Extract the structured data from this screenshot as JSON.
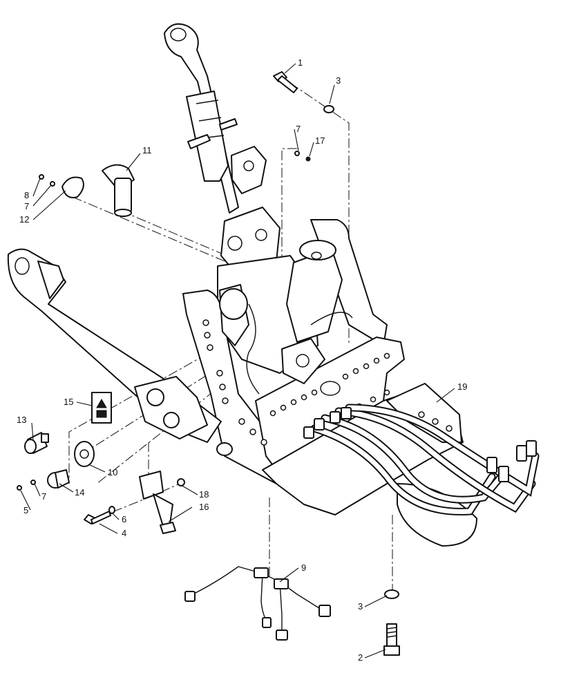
{
  "callouts": [
    {
      "id": "c1",
      "label": "1"
    },
    {
      "id": "c3a",
      "label": "3"
    },
    {
      "id": "c7a",
      "label": "7"
    },
    {
      "id": "c17",
      "label": "17"
    },
    {
      "id": "c11",
      "label": "11"
    },
    {
      "id": "c8",
      "label": "8"
    },
    {
      "id": "c7b",
      "label": "7"
    },
    {
      "id": "c12",
      "label": "12"
    },
    {
      "id": "c19",
      "label": "19"
    },
    {
      "id": "c15",
      "label": "15"
    },
    {
      "id": "c13",
      "label": "13"
    },
    {
      "id": "c10",
      "label": "10"
    },
    {
      "id": "c14",
      "label": "14"
    },
    {
      "id": "c7c",
      "label": "7"
    },
    {
      "id": "c5",
      "label": "5"
    },
    {
      "id": "c6",
      "label": "6"
    },
    {
      "id": "c4",
      "label": "4"
    },
    {
      "id": "c18",
      "label": "18"
    },
    {
      "id": "c16",
      "label": "16"
    },
    {
      "id": "c9",
      "label": "9"
    },
    {
      "id": "c3b",
      "label": "3"
    },
    {
      "id": "c2",
      "label": "2"
    }
  ]
}
